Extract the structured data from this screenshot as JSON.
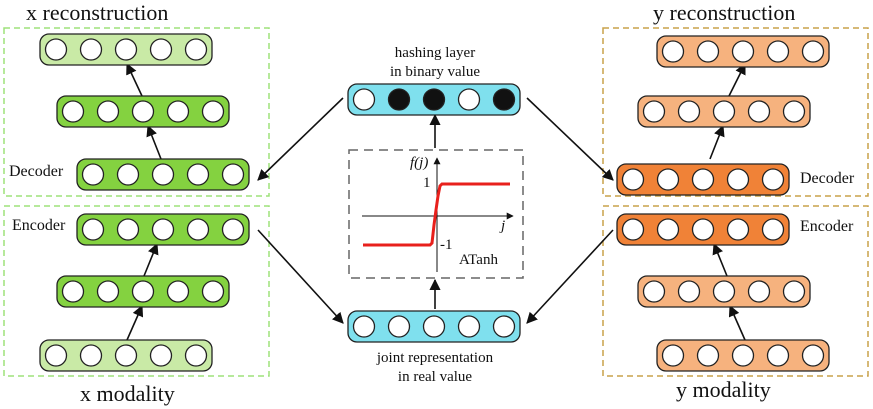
{
  "labels": {
    "x_reconstruction": "x reconstruction",
    "y_reconstruction": "y reconstruction",
    "x_modality": "x modality",
    "y_modality": "y modality",
    "decoder_left": "Decoder",
    "encoder_left": "Encoder",
    "decoder_right": "Decoder",
    "encoder_right": "Encoder",
    "hashing_line1": "hashing layer",
    "hashing_line2": "in binary value",
    "joint_line1": "joint representation",
    "joint_line2": "in real value"
  },
  "plot": {
    "y_label": "f(j)",
    "x_label": "j",
    "tick_pos": "1",
    "tick_neg": "-1",
    "func_name": "ATanh"
  },
  "hash_bits": [
    0,
    1,
    1,
    0,
    1
  ],
  "colors": {
    "light_green": "#c9eaa6",
    "green": "#84d240",
    "light_orange": "#f6b27e",
    "orange": "#f08237",
    "cyan": "#7fe0ee",
    "curve": "#e8201c",
    "green_dash": "#9de27a",
    "gold_dash": "#c9a24a"
  }
}
